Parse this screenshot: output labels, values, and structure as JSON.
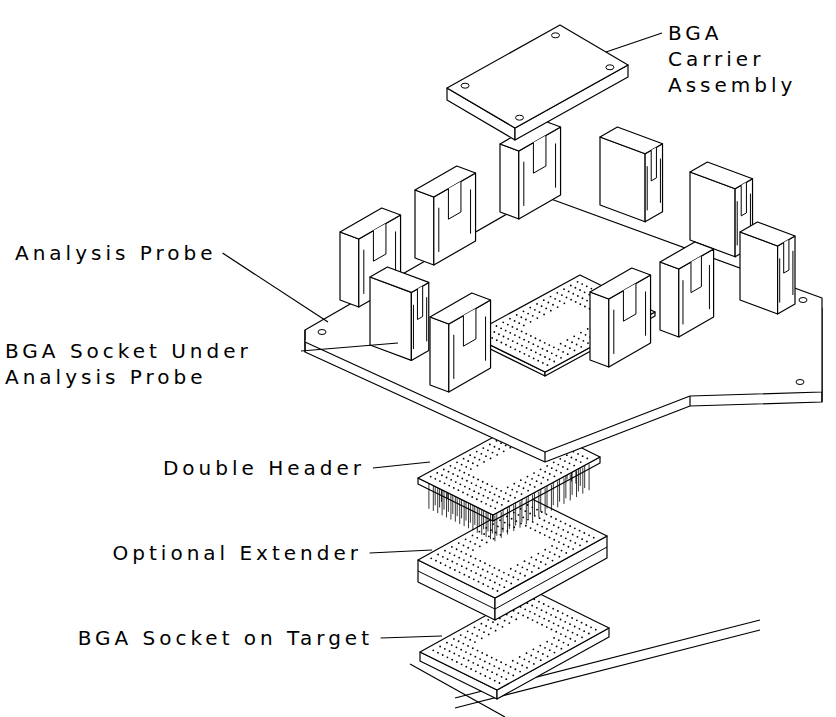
{
  "diagram": {
    "labels": [
      "BGA Carrier Assembly",
      "Analysis Probe",
      "BGA Socket Under Analysis Probe",
      "Double Header",
      "Optional Extender",
      "BGA Socket on Target"
    ]
  }
}
